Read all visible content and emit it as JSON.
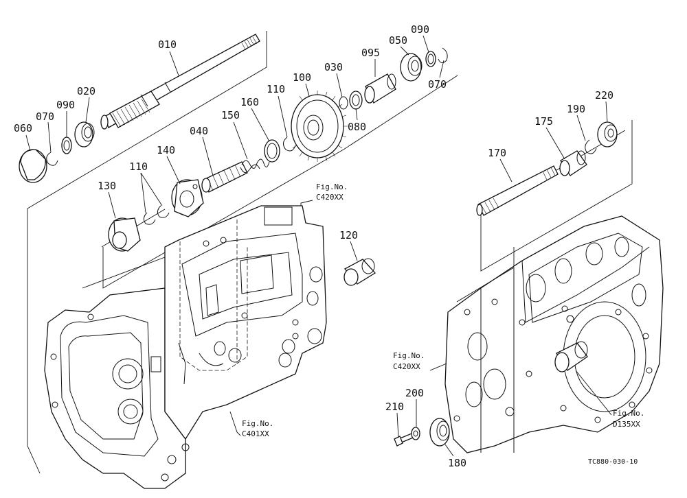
{
  "part_labels": [
    {
      "id": "p010",
      "text": "010"
    },
    {
      "id": "p020",
      "text": "020"
    },
    {
      "id": "p060",
      "text": "060"
    },
    {
      "id": "p070a",
      "text": "070"
    },
    {
      "id": "p090a",
      "text": "090"
    },
    {
      "id": "p095",
      "text": "095"
    },
    {
      "id": "p050",
      "text": "050"
    },
    {
      "id": "p090b",
      "text": "090"
    },
    {
      "id": "p070b",
      "text": "070"
    },
    {
      "id": "p030",
      "text": "030"
    },
    {
      "id": "p100",
      "text": "100"
    },
    {
      "id": "p080",
      "text": "080"
    },
    {
      "id": "p110a",
      "text": "110"
    },
    {
      "id": "p160",
      "text": "160"
    },
    {
      "id": "p150",
      "text": "150"
    },
    {
      "id": "p040",
      "text": "040"
    },
    {
      "id": "p140",
      "text": "140"
    },
    {
      "id": "p110b",
      "text": "110"
    },
    {
      "id": "p130",
      "text": "130"
    },
    {
      "id": "p120",
      "text": "120"
    },
    {
      "id": "p220",
      "text": "220"
    },
    {
      "id": "p190",
      "text": "190"
    },
    {
      "id": "p175",
      "text": "175"
    },
    {
      "id": "p170",
      "text": "170"
    },
    {
      "id": "p210",
      "text": "210"
    },
    {
      "id": "p200",
      "text": "200"
    },
    {
      "id": "p180",
      "text": "180"
    }
  ],
  "figure_refs": [
    {
      "id": "fig1",
      "line1": "Fig.No.",
      "line2": "C420XX"
    },
    {
      "id": "fig2",
      "line1": "Fig.No.",
      "line2": "C401XX"
    },
    {
      "id": "fig3",
      "line1": "Fig.No.",
      "line2": "C420XX"
    },
    {
      "id": "fig4",
      "line1": "Fig.No.",
      "line2": "D135XX"
    }
  ],
  "drawing_code": "TC880-030-10",
  "colors": {
    "ink": "#111111",
    "paper": "#ffffff"
  }
}
